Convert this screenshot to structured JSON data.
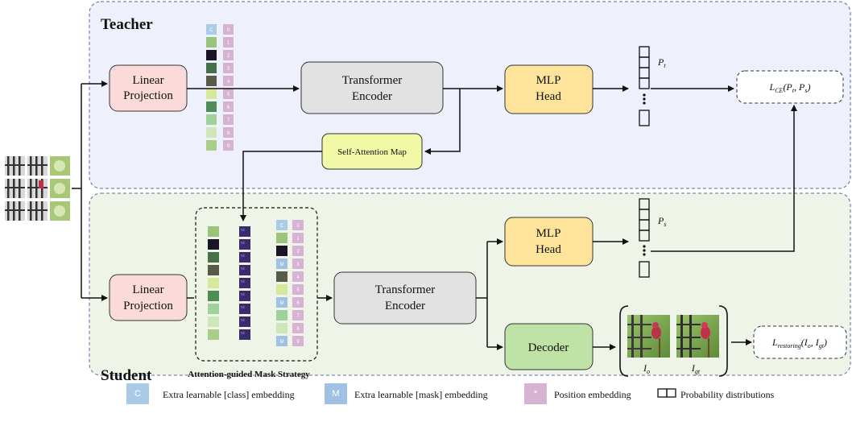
{
  "regions": {
    "teacher": "Teacher",
    "student": "Student"
  },
  "boxes": {
    "teacher_linear": [
      "Linear",
      "Projection"
    ],
    "teacher_encoder": [
      "Transformer",
      "Encoder"
    ],
    "teacher_mlp": [
      "MLP",
      "Head"
    ],
    "self_attention": "Self-Attention Map",
    "student_linear": [
      "Linear",
      "Projection"
    ],
    "student_encoder": [
      "Transformer",
      "Encoder"
    ],
    "student_mlp": [
      "MLP",
      "Head"
    ],
    "decoder": "Decoder",
    "mask_strategy": "Attention-guided Mask Strategy"
  },
  "token_labels": {
    "class": "C",
    "mask": "M",
    "positions": [
      "0",
      "1",
      "2",
      "3",
      "4",
      "5",
      "6",
      "7",
      "8",
      "9"
    ]
  },
  "math": {
    "p_t": "P",
    "p_t_sub": "t",
    "p_s": "P",
    "p_s_sub": "s",
    "loss_ce_main": "L",
    "loss_ce_sub": "CE",
    "loss_ce_args": "(P",
    "loss_ce_args_t": "t",
    "loss_ce_args_mid": ", P",
    "loss_ce_args_s": "s",
    "loss_ce_close": ")",
    "loss_rest_main": "L",
    "loss_rest_sub": "restoring",
    "loss_rest_args": "(I",
    "loss_rest_args_o": "o",
    "loss_rest_mid": ", I",
    "loss_rest_args_gt": "gt",
    "loss_rest_close": ")",
    "img_o": "I",
    "img_o_sub": "o",
    "img_gt": "I",
    "img_gt_sub": "gt"
  },
  "legend": {
    "class_symbol": "C",
    "class_label": "Extra learnable [class] embedding",
    "mask_symbol": "M",
    "mask_label": "Extra learnable [mask] embedding",
    "pos_symbol": "*",
    "pos_label": "Position embedding",
    "prob_label": "Probability distributions"
  },
  "colors": {
    "teacher_bg": "#eef0fb",
    "student_bg": "#eef5e8",
    "linear_fill": "#fbdada",
    "encoder_fill": "#e2e2e2",
    "mlp_fill": "#fde49a",
    "self_attn_fill": "#f1f8a6",
    "decoder_fill": "#bfe3a6",
    "class_token": "#a9cbe7",
    "mask_token": "#9fc1e3",
    "pos_token": "#d8b2d2"
  }
}
